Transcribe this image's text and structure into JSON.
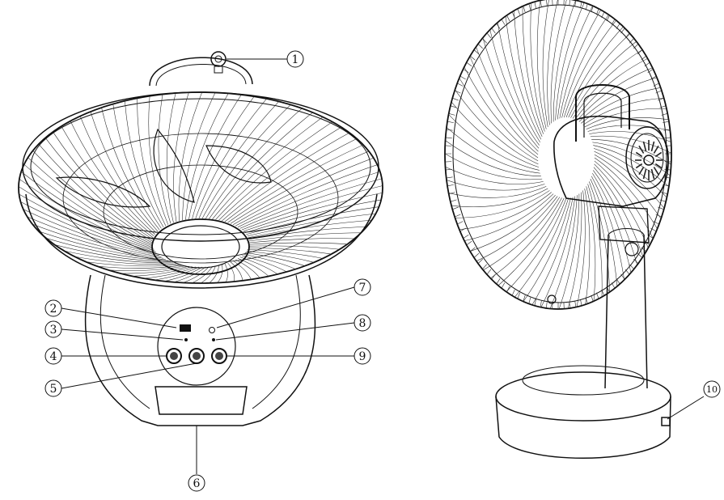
{
  "callouts": [
    {
      "id": 1,
      "label": "1"
    },
    {
      "id": 2,
      "label": "2"
    },
    {
      "id": 3,
      "label": "3"
    },
    {
      "id": 4,
      "label": "4"
    },
    {
      "id": 5,
      "label": "5"
    },
    {
      "id": 6,
      "label": "6"
    },
    {
      "id": 7,
      "label": "7"
    },
    {
      "id": 8,
      "label": "8"
    },
    {
      "id": 9,
      "label": "9"
    },
    {
      "id": 10,
      "label": "10"
    }
  ],
  "colors": {
    "line": "#111111",
    "background": "#ffffff"
  }
}
